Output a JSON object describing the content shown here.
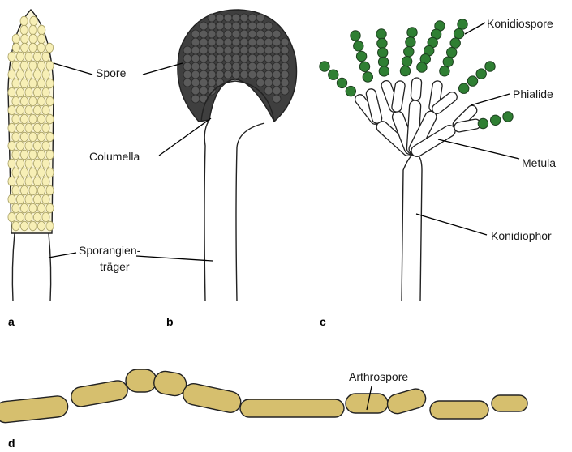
{
  "colors": {
    "spore_fill": "#f7efb6",
    "spore_stroke": "#a79f63",
    "sporangium_spores": "#5b5b5b",
    "konidiospore": "#2f7f33",
    "arthrospore": "#d6bf6e",
    "outline": "#222222"
  },
  "panels": {
    "a": "a",
    "b": "b",
    "c": "c",
    "d": "d"
  },
  "labels": {
    "spore": "Spore",
    "columella": "Columella",
    "sporangientraeger_line1": "Sporangien-",
    "sporangientraeger_line2": "träger",
    "konidiospore": "Konidiospore",
    "phialide": "Phialide",
    "metula": "Metula",
    "konidiophor": "Konidiophor",
    "arthrospore": "Arthrospore"
  }
}
